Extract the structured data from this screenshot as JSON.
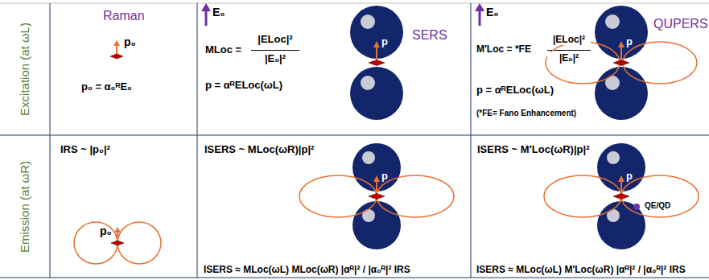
{
  "diagram": {
    "nodes": [
      {
        "text": [
          "Excitation (at ωL)"
        ]
      },
      {
        "text": [
          "Raman",
          "p₀",
          "p₀ = α₀ᴿE₀"
        ]
      },
      {
        "text": [
          "E₀",
          "MLoc =",
          "|ELoc|²",
          "|E₀|²",
          "p = αᴿELoc(ωL)",
          "SERS",
          "p"
        ]
      },
      {
        "text": [
          "E₀",
          "M′Loc = *FE",
          "|ELoc|²",
          "|E₀|²",
          "p = αᴿELoc(ωL)",
          "(*FE= Fano Enhancement)",
          "QUPERS",
          "p"
        ]
      },
      {
        "text": [
          "Emission (at ωR)"
        ]
      },
      {
        "text": [
          "IRS ~ |p₀|²",
          "p₀"
        ]
      },
      {
        "text": [
          "ISERS ~ MLoc(ωR)|p|²",
          "p",
          "ISERS ≈ MLoc(ωL) MLoc(ωR) |αᴿ|² / |α₀ᴿ|² IRS"
        ]
      },
      {
        "text": [
          "ISERS ~ M′Loc(ωR)|p|²",
          "p",
          "QE/QD",
          "ISERS ≈ MLoc(ωL) M′Loc(ωR) |αᴿ|² / |α₀ᴿ|² IRS"
        ]
      }
    ]
  }
}
